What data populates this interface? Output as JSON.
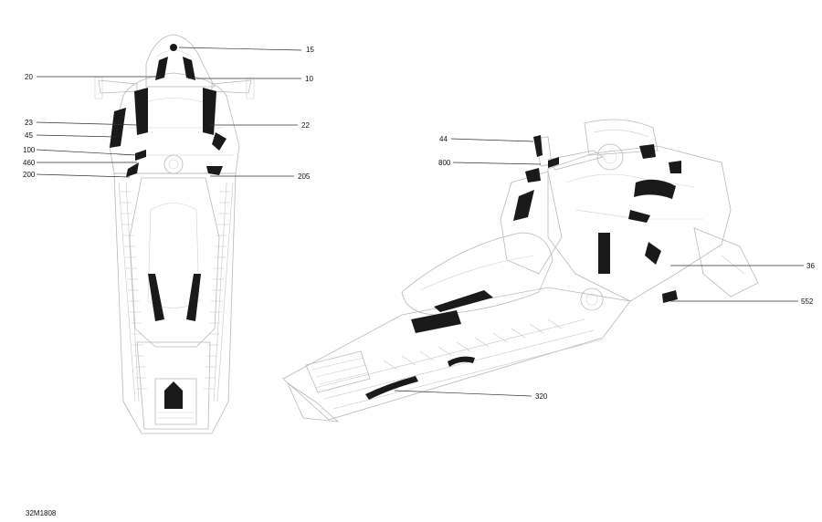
{
  "figure_ref": "32M1808",
  "callouts": {
    "c15": "15",
    "c20": "20",
    "c10": "10",
    "c23": "23",
    "c22": "22",
    "c45": "45",
    "c100": "100",
    "c460": "460",
    "c200": "200",
    "c205": "205",
    "c44": "44",
    "c800": "800",
    "c36": "36",
    "c552": "552",
    "c320": "320"
  },
  "colors": {
    "line": "#b9b9b9",
    "decal": "#1a1a1a",
    "leader": "#333333"
  }
}
